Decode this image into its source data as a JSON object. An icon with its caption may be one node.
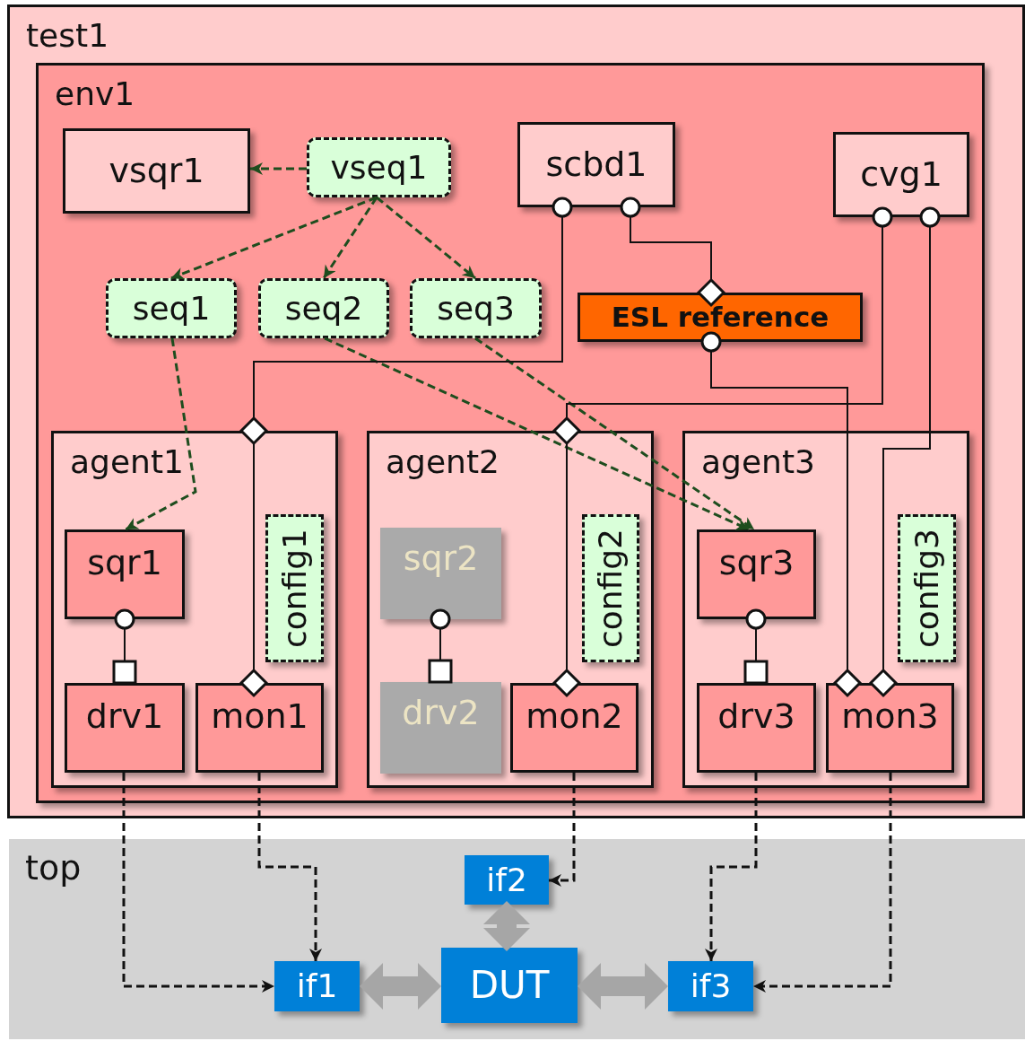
{
  "diagram": {
    "nodes": [
      {
        "text": [
          "test1"
        ]
      },
      {
        "text": [
          "env1"
        ],
        "in": 0
      },
      {
        "text": [
          "vsqr1"
        ],
        "in": 1
      },
      {
        "text": [
          "vseq1"
        ],
        "in": 1
      },
      {
        "text": [
          "scbd1"
        ],
        "in": 1
      },
      {
        "text": [
          "cvg1"
        ],
        "in": 1
      },
      {
        "text": [
          "seq1"
        ],
        "in": 1
      },
      {
        "text": [
          "seq2"
        ],
        "in": 1
      },
      {
        "text": [
          "seq3"
        ],
        "in": 1
      },
      {
        "text": [
          "ESL reference"
        ],
        "in": 1
      },
      {
        "text": [
          "agent1"
        ],
        "in": 1
      },
      {
        "text": [
          "sqr1"
        ],
        "in": 10
      },
      {
        "text": [
          "config1"
        ],
        "in": 10
      },
      {
        "text": [
          "drv1"
        ],
        "in": 10
      },
      {
        "text": [
          "mon1"
        ],
        "in": 10
      },
      {
        "text": [
          "agent2"
        ],
        "in": 1
      },
      {
        "text": [
          "sqr2"
        ],
        "in": 15
      },
      {
        "text": [
          "config2"
        ],
        "in": 15
      },
      {
        "text": [
          "drv2"
        ],
        "in": 15
      },
      {
        "text": [
          "mon2"
        ],
        "in": 15
      },
      {
        "text": [
          "agent3"
        ],
        "in": 1
      },
      {
        "text": [
          "sqr3"
        ],
        "in": 20
      },
      {
        "text": [
          "config3"
        ],
        "in": 20
      },
      {
        "text": [
          "drv3"
        ],
        "in": 20
      },
      {
        "text": [
          "mon3"
        ],
        "in": 20
      },
      {
        "text": [
          "top"
        ]
      },
      {
        "text": [
          "if2"
        ],
        "in": 25
      },
      {
        "text": [
          "if1"
        ],
        "in": 25
      },
      {
        "text": [
          "DUT"
        ],
        "in": 25
      },
      {
        "text": [
          "if3"
        ],
        "in": 25
      }
    ],
    "edges": [
      {
        "from": 3,
        "to": 2,
        "arrow": "to",
        "style": "dashed",
        "color": "#1e4d1e"
      },
      {
        "from": 3,
        "to": 6,
        "arrow": "to",
        "style": "dashed",
        "color": "#1e4d1e"
      },
      {
        "from": 3,
        "to": 7,
        "arrow": "to",
        "style": "dashed",
        "color": "#1e4d1e"
      },
      {
        "from": 3,
        "to": 8,
        "arrow": "to",
        "style": "dashed",
        "color": "#1e4d1e"
      },
      {
        "from": 6,
        "to": 11,
        "arrow": "to",
        "style": "dashed",
        "color": "#1e4d1e"
      },
      {
        "from": 7,
        "to": 21,
        "arrow": "to",
        "style": "dashed",
        "color": "#1e4d1e"
      },
      {
        "from": 8,
        "to": 21,
        "arrow": "to",
        "style": "dashed",
        "color": "#1e4d1e"
      },
      {
        "from": 4,
        "to": 14,
        "arrow": "other"
      },
      {
        "from": 4,
        "to": 9,
        "arrow": "other"
      },
      {
        "from": 9,
        "to": 24,
        "arrow": "other"
      },
      {
        "from": 5,
        "to": 19,
        "arrow": "other"
      },
      {
        "from": 5,
        "to": 24,
        "arrow": "other"
      },
      {
        "from": 11,
        "to": 13,
        "arrow": "other"
      },
      {
        "from": 16,
        "to": 18,
        "arrow": "other"
      },
      {
        "from": 21,
        "to": 23,
        "arrow": "other"
      },
      {
        "from": 13,
        "to": 27,
        "arrow": "to",
        "style": "dashed"
      },
      {
        "from": 14,
        "to": 27,
        "arrow": "to",
        "style": "dashed"
      },
      {
        "from": 19,
        "to": 26,
        "arrow": "to",
        "style": "dashed"
      },
      {
        "from": 23,
        "to": 29,
        "arrow": "to",
        "style": "dashed"
      },
      {
        "from": 24,
        "to": 29,
        "arrow": "to",
        "style": "dashed"
      },
      {
        "from": 28,
        "to": 27,
        "arrow": "both",
        "style": "thick",
        "color": "#a6a6a6"
      },
      {
        "from": 28,
        "to": 26,
        "arrow": "both",
        "style": "thick",
        "color": "#a6a6a6"
      },
      {
        "from": 28,
        "to": 29,
        "arrow": "both",
        "style": "thick",
        "color": "#a6a6a6"
      }
    ]
  }
}
